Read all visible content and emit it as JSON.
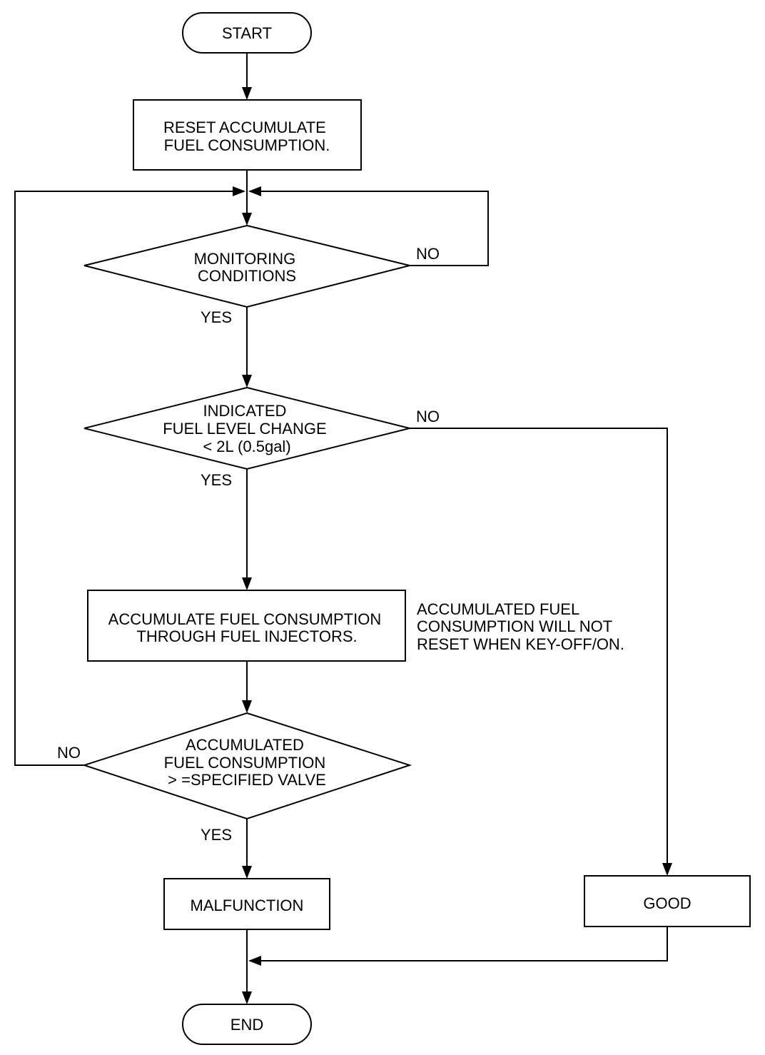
{
  "nodes": {
    "start": "START",
    "reset": [
      "RESET ACCUMULATE",
      "FUEL CONSUMPTION."
    ],
    "monitoring": [
      "MONITORING",
      "CONDITIONS"
    ],
    "fuel_level": [
      "INDICATED",
      "FUEL LEVEL CHANGE",
      "< 2L (0.5gal)"
    ],
    "accumulate": [
      "ACCUMULATE FUEL CONSUMPTION",
      "THROUGH FUEL INJECTORS."
    ],
    "accumulated_check": [
      "ACCUMULATED",
      "FUEL  CONSUMPTION",
      "> =SPECIFIED VALVE"
    ],
    "malfunction": "MALFUNCTION",
    "good": "GOOD",
    "end": "END"
  },
  "note": [
    "ACCUMULATED FUEL",
    "CONSUMPTION WILL NOT",
    "RESET WHEN KEY-OFF/ON."
  ],
  "labels": {
    "monitoring_yes": "YES",
    "monitoring_no": "NO",
    "fuel_level_yes": "YES",
    "fuel_level_no": "NO",
    "accumulated_yes": "YES",
    "accumulated_no": "NO"
  }
}
